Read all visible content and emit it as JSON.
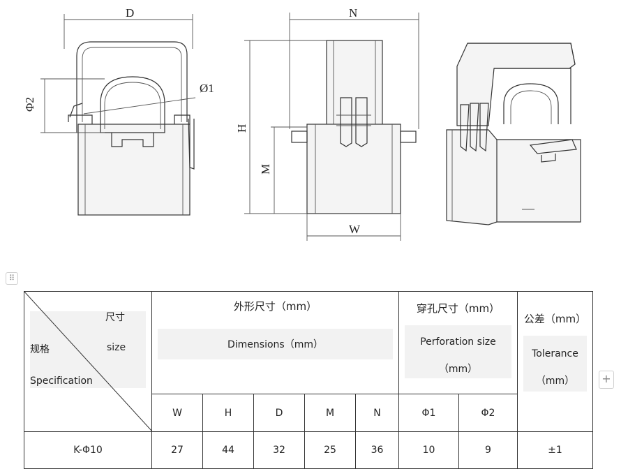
{
  "drawing": {
    "labels": {
      "d": "D",
      "n": "N",
      "h": "H",
      "m": "M",
      "w": "W",
      "phi1": "Ø1",
      "phi2": "Φ2"
    }
  },
  "table": {
    "corner": {
      "top_right": "尺寸",
      "middle_left": "规格",
      "middle_right": "size",
      "bottom_left": "Specification"
    },
    "group_headers": {
      "dimensions_cn": "外形尺寸（mm）",
      "dimensions_en": "Dimensions（mm）",
      "perforation_cn": "穿孔尺寸（mm）",
      "perforation_en_1": "Perforation size",
      "perforation_en_2": "（mm）",
      "tolerance_cn": "公差（mm）",
      "tolerance_en_1": "Tolerance",
      "tolerance_en_2": "（mm）"
    },
    "columns": [
      "W",
      "H",
      "D",
      "M",
      "N",
      "Φ1",
      "Φ2"
    ],
    "rows": [
      {
        "model": "K-Φ10",
        "values": [
          "27",
          "44",
          "32",
          "25",
          "36",
          "10",
          "9"
        ],
        "tolerance": "±1"
      }
    ]
  },
  "ui": {
    "drag_handle_icon": "grip-dots",
    "add_icon": "+"
  }
}
